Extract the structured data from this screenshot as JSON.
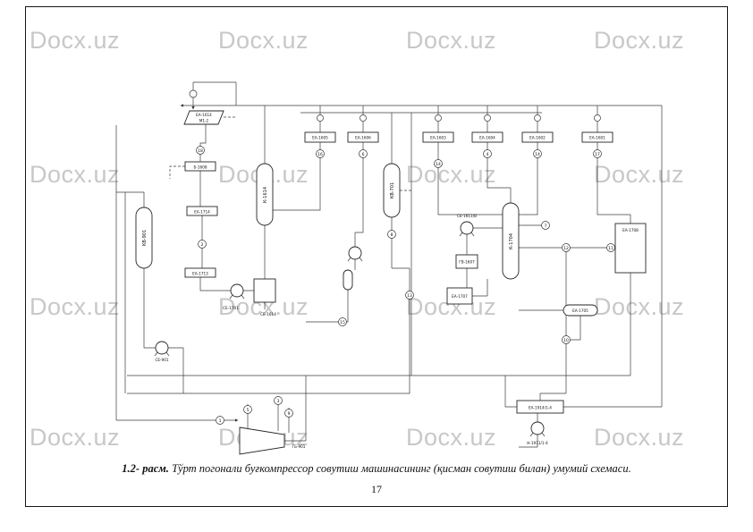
{
  "watermark": {
    "text": "Docx.uz"
  },
  "caption": {
    "label": "1.2- расм.",
    "text": "Тўрт погонали буғкомпрессор совутиш машинасининг (қисман совутиш билан) умумий схемаси."
  },
  "page_number": "17",
  "diagram": {
    "equipment": {
      "flag_line1": "ЕА-1614",
      "flag_line2": "М1-2",
      "b1608": "Б-1608",
      "ea1714": "ЕА-1714",
      "ea1713": "ЕА-1713",
      "t1": "ЕА-1605",
      "t2": "ЕА-1606",
      "t3": "ЕА-1603",
      "t4": "ЕА-1604",
      "t5": "ЕА-1602",
      "t6": "ЕА-1601",
      "v1": "КВ-901",
      "v2": "К-1614",
      "v3": "КВ-701",
      "v4": "К-1704",
      "ea1708": "ЕА-1708",
      "ea1705": "ЕА-1705",
      "gv1607": "ГВ-1607",
      "ea1707": "ЕА-1707",
      "ce1611": "СЕ-1611/В",
      "ce1701": "СЕ-1701",
      "ce1614": "СЕ-1614",
      "ce901": "СЕ-901",
      "gb901": "ГБ-901",
      "ea1914": "ЕА-1914/1-4",
      "n1911": "Н-1911/1-4"
    },
    "streams": {
      "s1": "1",
      "s2": "2",
      "s3": "3",
      "s4": "4",
      "s5": "5",
      "s6": "6",
      "s7": "7",
      "s8": "8",
      "s9": "9",
      "s10": "10",
      "s11": "11",
      "s12": "12",
      "s13": "13",
      "s14": "14",
      "s14b": "14",
      "s15": "15",
      "s16": "16",
      "s17": "17",
      "s18": "18"
    }
  }
}
